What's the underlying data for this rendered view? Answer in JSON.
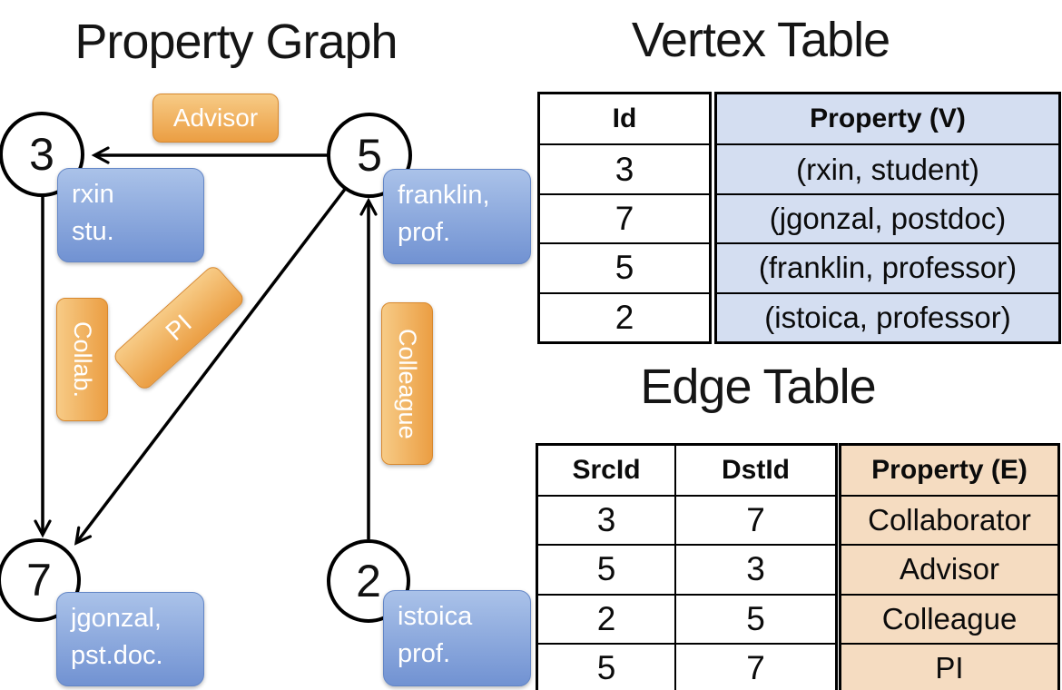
{
  "graph": {
    "title": "Property Graph",
    "nodes": [
      {
        "id": "3"
      },
      {
        "id": "5"
      },
      {
        "id": "7"
      },
      {
        "id": "2"
      }
    ],
    "edge_labels": [
      {
        "text": "Advisor"
      },
      {
        "text": "Collab."
      },
      {
        "text": "PI"
      },
      {
        "text": "Colleague"
      }
    ],
    "vertex_boxes": [
      {
        "line1": "rxin",
        "line2": "stu."
      },
      {
        "line1": "franklin,",
        "line2": "prof."
      },
      {
        "line1": "jgonzal,",
        "line2": "pst.doc."
      },
      {
        "line1": "istoica",
        "line2": "prof."
      }
    ]
  },
  "vertex_table": {
    "title": "Vertex Table",
    "headers": {
      "id": "Id",
      "property": "Property (V)"
    },
    "rows": [
      {
        "id": "3",
        "property": "(rxin, student)"
      },
      {
        "id": "7",
        "property": "(jgonzal, postdoc)"
      },
      {
        "id": "5",
        "property": "(franklin, professor)"
      },
      {
        "id": "2",
        "property": "(istoica, professor)"
      }
    ]
  },
  "edge_table": {
    "title": "Edge Table",
    "headers": {
      "src": "SrcId",
      "dst": "DstId",
      "property": "Property (E)"
    },
    "rows": [
      {
        "src": "3",
        "dst": "7",
        "property": "Collaborator"
      },
      {
        "src": "5",
        "dst": "3",
        "property": "Advisor"
      },
      {
        "src": "2",
        "dst": "5",
        "property": "Colleague"
      },
      {
        "src": "5",
        "dst": "7",
        "property": "PI"
      }
    ]
  },
  "colors": {
    "orange_light": "#f7cb86",
    "orange_dark": "#eb9e43",
    "blue_light": "#aac2e9",
    "blue_dark": "#7192d2",
    "vertex_property_bg": "#d4def1",
    "edge_property_bg": "#f5dcc1",
    "line": "#000000"
  }
}
